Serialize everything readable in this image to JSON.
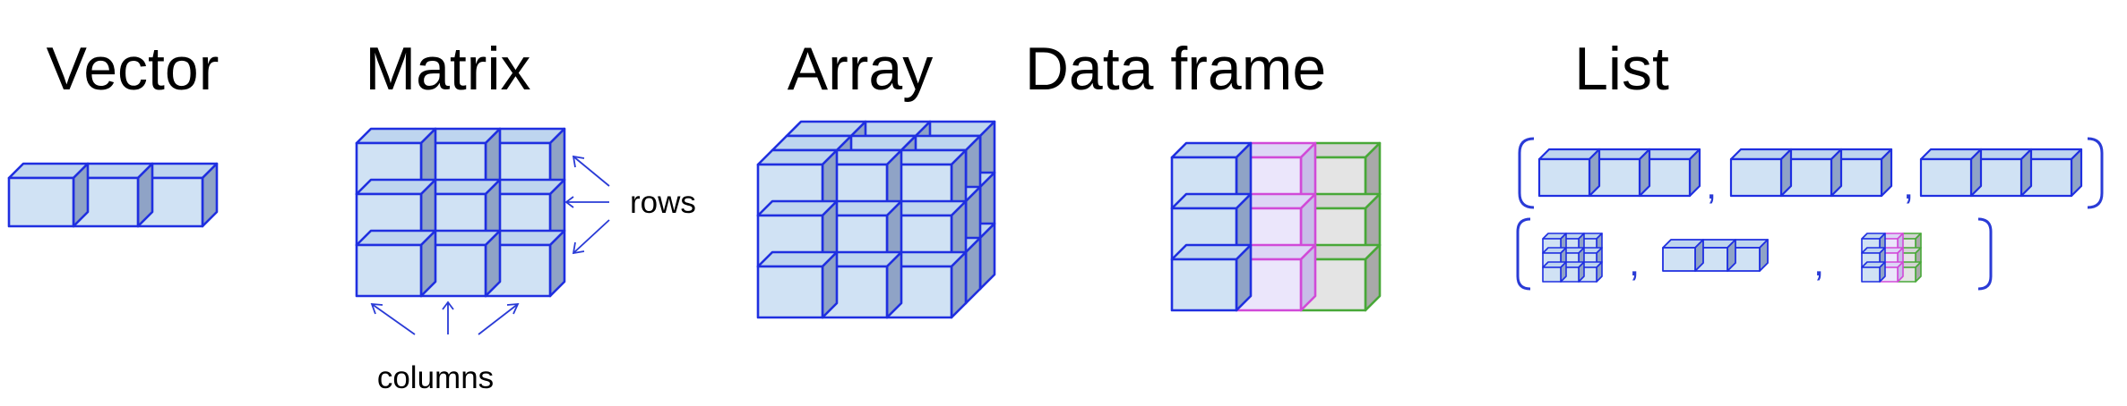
{
  "titles": {
    "vector": "Vector",
    "matrix": "Matrix",
    "array": "Array",
    "data_frame": "Data frame",
    "list": "List"
  },
  "labels": {
    "rows": "rows",
    "columns": "columns"
  },
  "list_separators": [
    ",",
    ",",
    ",",
    ","
  ],
  "colors": {
    "cube_fill": "#d0e2f4",
    "cube_side": "#8fa3c6",
    "cube_edge": "#1f2fe0",
    "pink_fill": "#ebe6fb",
    "pink_edge": "#d14ad8",
    "gray_fill": "#e4e4e4",
    "gray_edge": "#48a838",
    "arrow": "#2a3bd6"
  }
}
